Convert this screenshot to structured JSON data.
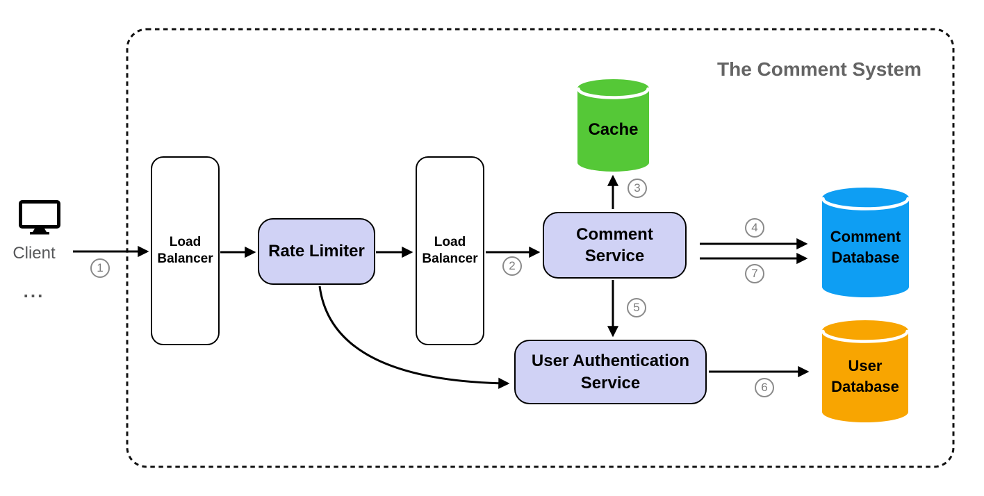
{
  "diagram": {
    "title": "The Comment System",
    "client": {
      "label": "Client",
      "more": "..."
    },
    "nodes": {
      "load_balancer_1": {
        "line1": "Load",
        "line2": "Balancer"
      },
      "rate_limiter": {
        "label": "Rate Limiter"
      },
      "load_balancer_2": {
        "line1": "Load",
        "line2": "Balancer"
      },
      "comment_service": {
        "line1": "Comment",
        "line2": "Service"
      },
      "user_auth_service": {
        "line1": "User Authentication",
        "line2": "Service"
      },
      "cache": {
        "label": "Cache",
        "color": "#55c837"
      },
      "comment_database": {
        "line1": "Comment",
        "line2": "Database",
        "color": "#0e9ef3"
      },
      "user_database": {
        "line1": "User",
        "line2": "Database",
        "color": "#f8a501"
      }
    },
    "steps": {
      "1": "1",
      "2": "2",
      "3": "3",
      "4": "4",
      "5": "5",
      "6": "6",
      "7": "7"
    },
    "colors": {
      "service_fill": "#d0d2f5",
      "node_border": "#000000",
      "step_gray": "#7d7d7d",
      "title_gray": "#646464"
    }
  }
}
